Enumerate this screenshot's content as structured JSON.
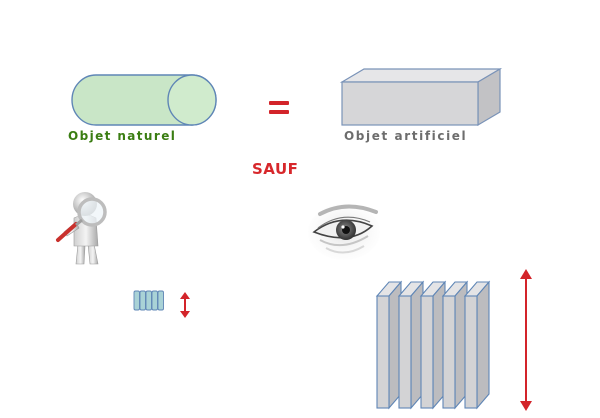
{
  "labels": {
    "natural_object": "Objet naturel",
    "artificial_object": "Objet artificiel",
    "except": "SAUF"
  },
  "colors": {
    "cylinder_fill": "#c9e6c7",
    "cylinder_stroke": "#5f86b6",
    "box_fill": "#d6d6d8",
    "box_stroke": "#7a93b8",
    "natural_text": "#3a7d12",
    "artificial_text": "#6d6d6d",
    "accent_red": "#d3242a"
  },
  "icons": {
    "equals": "equals-icon",
    "magnifier_figure": "magnifier-figure-icon",
    "eye": "eye-icon",
    "small_double_arrow": "double-arrow-vertical-icon",
    "large_double_arrow": "double-arrow-vertical-icon"
  }
}
